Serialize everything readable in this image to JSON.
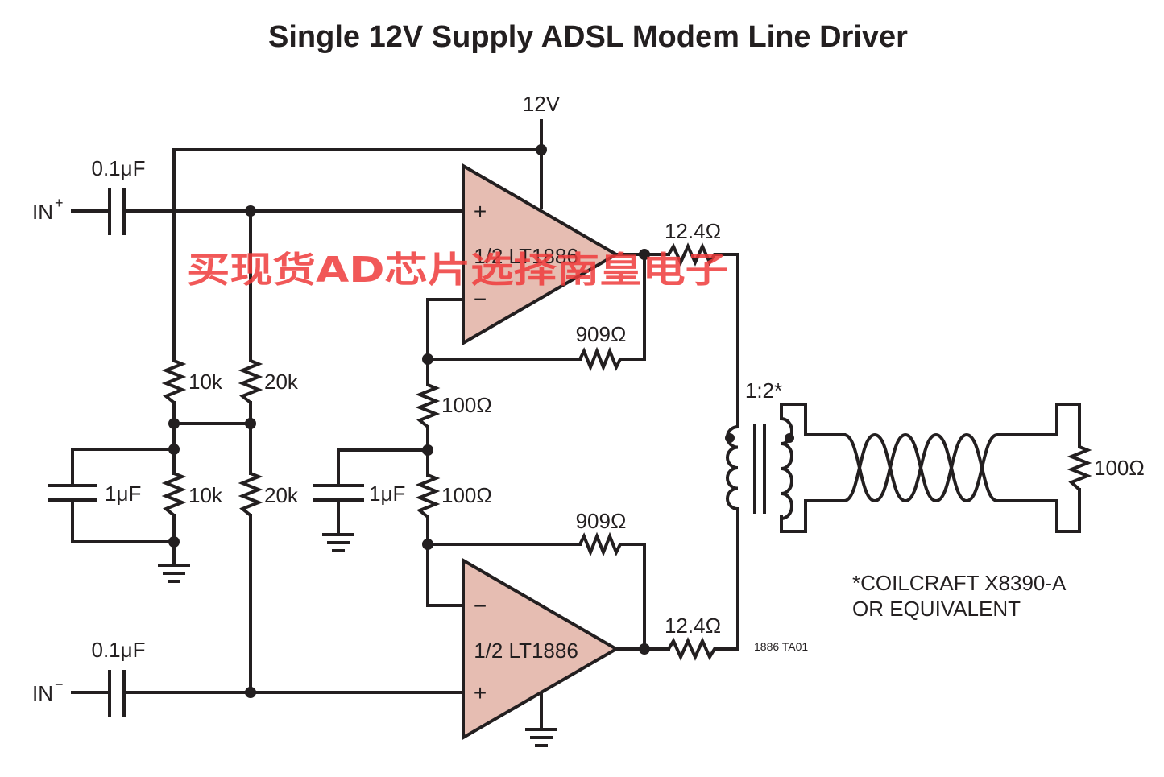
{
  "title": "Single 12V Supply ADSL Modem Line Driver",
  "supply_label": "12V",
  "inputs": {
    "in_plus": "IN",
    "in_plus_sup": "+",
    "in_minus": "IN",
    "in_minus_sup": "−"
  },
  "capacitors": {
    "c_in_top": "0.1μF",
    "c_in_bottom": "0.1μF",
    "c_bias_left": "1μF",
    "c_bias_mid": "1μF"
  },
  "resistors": {
    "r_10k_top": "10k",
    "r_10k_bottom": "10k",
    "r_20k_top": "20k",
    "r_20k_bottom": "20k",
    "r_100_top": "100Ω",
    "r_100_bottom": "100Ω",
    "r_909_top": "909Ω",
    "r_909_bottom": "909Ω",
    "r_out_top": "12.4Ω",
    "r_out_bottom": "12.4Ω",
    "r_load": "100Ω"
  },
  "amplifiers": {
    "top": {
      "label": "1/2 LT1886",
      "plus": "+",
      "minus": "−"
    },
    "bottom": {
      "label": "1/2 LT1886",
      "plus": "+",
      "minus": "−"
    }
  },
  "transformer_ratio": "1:2*",
  "footnote": {
    "line1": "*COILCRAFT X8390-A",
    "line2": "OR EQUIVALENT"
  },
  "figure_code": "1886 TA01",
  "watermark": "买现货AD芯片选择南皇电子",
  "colors": {
    "op_amp_fill": "#e6bdb2",
    "wire": "#231f20",
    "watermark": "#ee3b3b"
  }
}
